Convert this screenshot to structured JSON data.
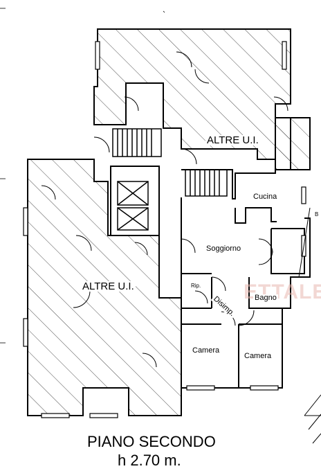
{
  "plan": {
    "rooms": {
      "altre_ui_top": "ALTRE U.I.",
      "altre_ui_left": "ALTRE U.I.",
      "cucina": "Cucina",
      "soggiorno": "Soggiorno",
      "rip": "Rip.",
      "disimp": "Disimp.",
      "bagno": "Bagno",
      "camera_left": "Camera",
      "camera_right": "Camera",
      "b_edge": "B"
    },
    "watermark": "ETTALE",
    "colors": {
      "line": "#000000",
      "hatch": "#3a3a3a",
      "watermark": "#e8b8b0",
      "background": "#ffffff"
    }
  },
  "caption": {
    "title": "PIANO SECONDO",
    "height": "h 2.70 m."
  }
}
